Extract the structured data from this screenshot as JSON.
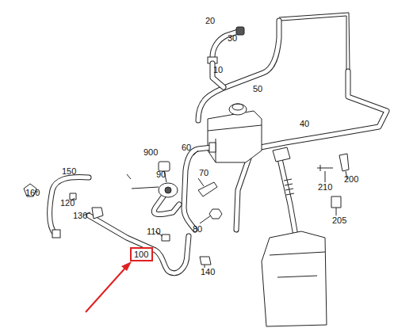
{
  "diagram": {
    "nodes": [
      {
        "text": [
          "100"
        ]
      }
    ],
    "labels": [
      "20",
      "30",
      "10",
      "50",
      "40",
      "900",
      "60",
      "90",
      "70",
      "150",
      "160",
      "120",
      "130",
      "80",
      "110",
      "140",
      "200",
      "210",
      "205"
    ]
  }
}
